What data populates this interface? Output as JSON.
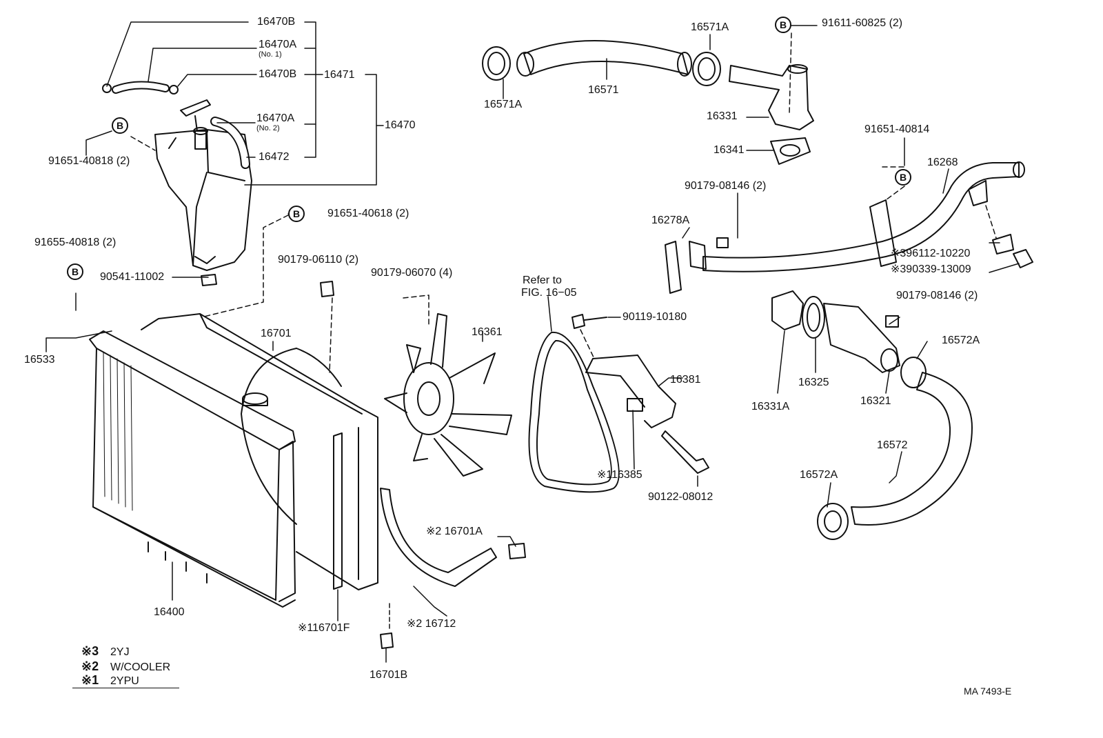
{
  "labels": {
    "p16470B_top": "16470B",
    "p16470A_no1": "16470A",
    "p16470A_no1_sub": "(No. 1)",
    "p16470B_mid": "16470B",
    "p16471": "16471",
    "p16470A_no2": "16470A",
    "p16470A_no2_sub": "(No. 2)",
    "p16470": "16470",
    "p16472": "16472",
    "p91651_40818": "91651-40818 (2)",
    "p91651_40618": "91651-40618 (2)",
    "p91655_40818": "91655-40818 (2)",
    "p90541_11002": "90541-11002",
    "p16533": "16533",
    "p90179_06110": "90179-06110 (2)",
    "p90179_06070": "90179-06070 (4)",
    "p16701": "16701",
    "p16361": "16361",
    "p16400": "16400",
    "p16701F": "※116701F",
    "p16701B": "16701B",
    "p16701A": "※2 16701A",
    "p16712": "※2 16712",
    "refer1": "Refer to",
    "refer2": "FIG. 16−05",
    "p90119_10180": "90119-10180",
    "p16381": "16381",
    "p16385": "※116385",
    "p90122_08012": "90122-08012",
    "p16571A_left": "16571A",
    "p16571": "16571",
    "p16571A_top": "16571A",
    "p91611_60825": "91611-60825 (2)",
    "p16331": "16331",
    "p16341": "16341",
    "p91651_40814": "91651-40814",
    "p16268": "16268",
    "p90179_08146_a": "90179-08146 (2)",
    "p16278A": "16278A",
    "p96112_10220": "※396112-10220",
    "p90339_13009": "※390339-13009",
    "p90179_08146_b": "90179-08146 (2)",
    "p16572A_top": "16572A",
    "p16331A": "16331A",
    "p16325": "16325",
    "p16321": "16321",
    "p16572": "16572",
    "p16572A_bot": "16572A",
    "ref_code": "MA 7493-E"
  },
  "b_marker": "B",
  "legend": [
    {
      "mark": "※3",
      "text": "2YJ"
    },
    {
      "mark": "※2",
      "text": "W/COOLER"
    },
    {
      "mark": "※1",
      "text": "2YPU"
    }
  ]
}
